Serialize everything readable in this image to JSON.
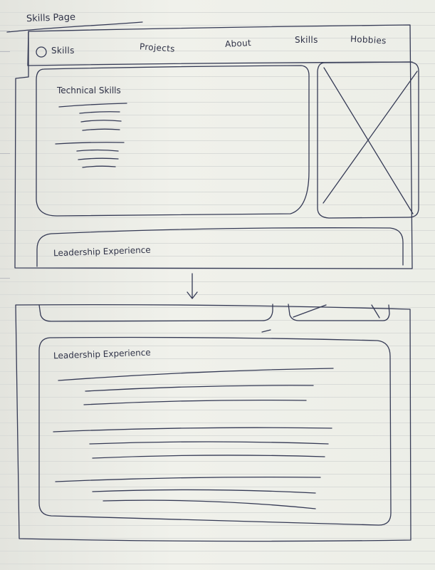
{
  "page_title": "Skills Page",
  "nav": {
    "logo_label": "Skills",
    "items": [
      "Projects",
      "About",
      "Skills",
      "Hobbies"
    ]
  },
  "frame_top": {
    "technical_skills_heading": "Technical Skills",
    "leadership_heading": "Leadership Experience"
  },
  "frame_bottom": {
    "leadership_heading": "Leadership Experience"
  },
  "colors": {
    "paper": "#ebece6",
    "ink": "#353a55",
    "rule": "#d9dbd8"
  }
}
